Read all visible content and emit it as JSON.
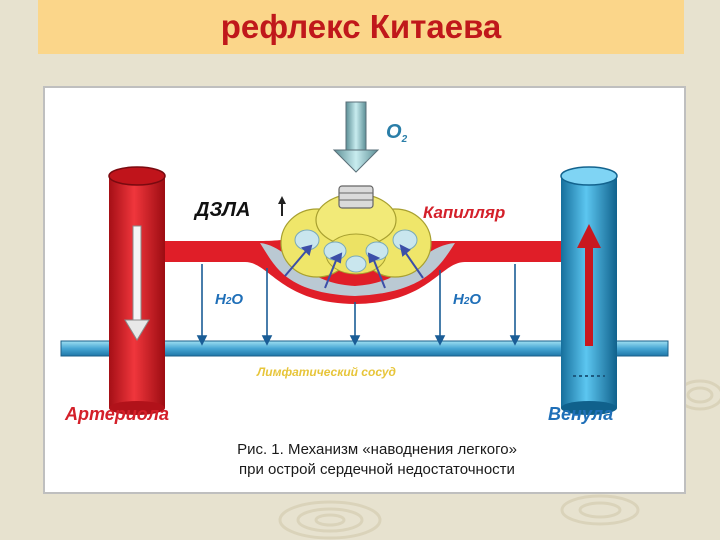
{
  "slide": {
    "title": "рефлекс Китаева"
  },
  "diagram": {
    "o2_label": "O",
    "o2_subscript": "2",
    "dzla_label": "ДЗЛА",
    "capillary_label": "Капилляр",
    "water_left": "H",
    "water_left_sub": "2",
    "water_left_end": "O",
    "water_right": "H",
    "water_right_sub": "2",
    "water_right_end": "O",
    "lymph_label": "Лимфатический сосуд",
    "arteriole_label": "Артериола",
    "venule_label": "Венула",
    "caption_line1": "Рис. 1. Механизм «наводнения легкого»",
    "caption_line2": "при острой сердечной недостаточности"
  },
  "colors": {
    "title_bg": "#fbd68a",
    "title_text": "#c0181b",
    "artery": "#e0202a",
    "vein": "#2a9fd8",
    "label_red": "#d4202a",
    "label_blue": "#1f6fb8",
    "lymph_text": "#e7c53a"
  },
  "icons": {
    "o2_arrow": "down-arrow-icon",
    "pressure_arrow": "up-arrow-icon"
  }
}
